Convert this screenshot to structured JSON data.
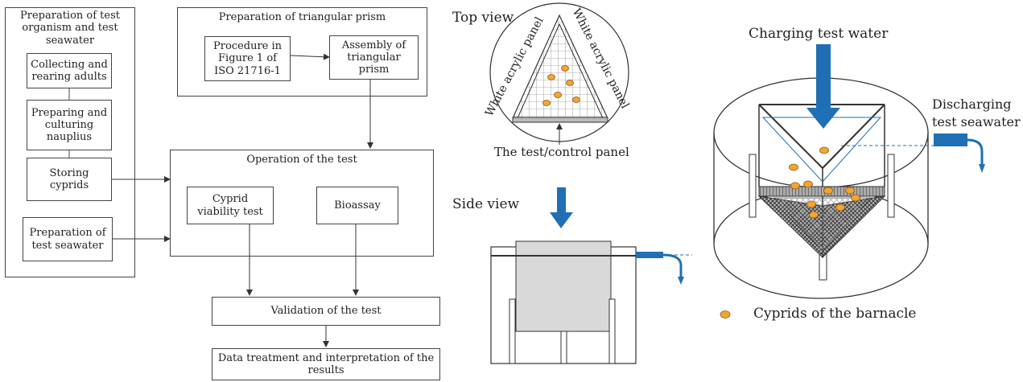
{
  "flowchart": {
    "prep_organism_title": "Preparation of test organism and test seawater",
    "collecting": "Collecting and rearing adults",
    "preparing": "Preparing and culturing nauplius",
    "storing": "Storing cyprids",
    "prep_seawater": "Preparation of test seawater",
    "prism_title": "Preparation of triangular prism",
    "procedure": "Procedure in Figure 1 of ISO 21716-1",
    "assembly": "Assembly of triangular prism",
    "operation_title": "Operation of the test",
    "viability": "Cyprid viability test",
    "bioassay": "Bioassay",
    "validation": "Validation of the test",
    "data_treatment": "Data treatment and interpretation of the results"
  },
  "top_view": {
    "title": "Top view",
    "panel_left": "White acrylic panel",
    "panel_right": "White acrylic panel",
    "bottom_label": "The test/control panel"
  },
  "side_view": {
    "title": "Side view"
  },
  "perspective": {
    "charging": "Charging test water",
    "discharging_line1": "Discharging",
    "discharging_line2": "test seawater",
    "legend": "Cyprids of the barnacle"
  },
  "colors": {
    "arrow_blue": "#1f6fb5",
    "cyprid_fill": "#f4a531",
    "cyprid_stroke": "#8a5a10",
    "prism_fill": "#d9d9d9"
  }
}
